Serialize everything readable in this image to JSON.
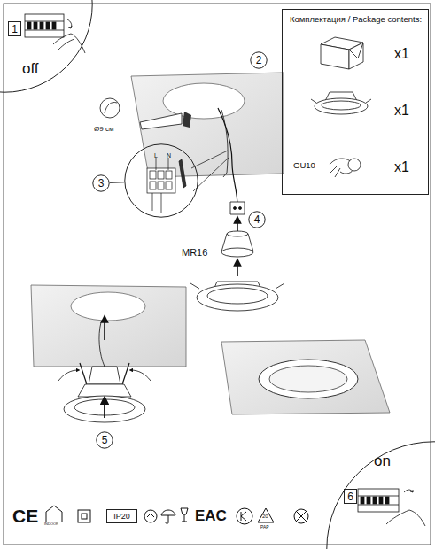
{
  "diagram": {
    "nodes": [
      {
        "text": [
          "off"
        ]
      },
      {
        "text": [
          "1"
        ],
        "in": 0
      },
      {
        "text": [
          "2"
        ]
      },
      {
        "text": [
          "Комплектация / Package contents:",
          "x1",
          "x1",
          "GU10",
          "x1"
        ]
      },
      {
        "text": [
          "3"
        ]
      },
      {
        "text": [
          "L",
          "N"
        ]
      },
      {
        "text": [
          "4"
        ]
      },
      {
        "text": [
          "5"
        ]
      },
      {
        "text": [
          "on"
        ]
      },
      {
        "text": [
          "6"
        ],
        "in": 8
      },
      {
        "text": [
          "IP20"
        ]
      }
    ],
    "edges": [
      {
        "from": 4,
        "to": 5,
        "arrow": "none"
      }
    ],
    "labels": [
      "Ø9 см",
      "MR16",
      "CE",
      "INDOOR",
      "EAC",
      "20",
      "PAP"
    ]
  }
}
